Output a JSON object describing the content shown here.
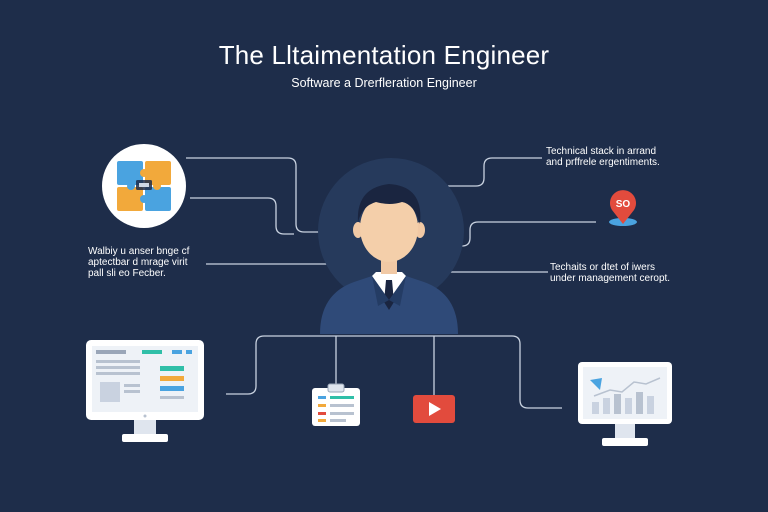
{
  "title": "The Lltaimentation Engineer",
  "subtitle": "Software a Drerfleration Engineer",
  "notes": {
    "left_lines": [
      "Walbiy u anser bnge cf",
      "aptectbar d mrage virit",
      "pall sli eo Fecber."
    ],
    "top_right_lines": [
      "Technical stack in arrand",
      "and prffrele ergentiments."
    ],
    "bottom_right_lines": [
      "Techaits or dtet of iwers",
      "under management ceropt."
    ]
  },
  "badge": {
    "text": "SO"
  },
  "icons": [
    "puzzle-icon",
    "engineer-avatar-icon",
    "location-pin-icon",
    "monitor-dashboard-icon",
    "clipboard-icon",
    "play-button-icon",
    "monitor-chart-icon"
  ],
  "colors": {
    "background": "#1e2d4a",
    "accent_red": "#e24b3d",
    "accent_teal": "#30bfa8",
    "accent_blue": "#4aa3e0",
    "accent_orange": "#f2a93b",
    "suit": "#2f4a78",
    "line": "#c9d2e0"
  }
}
